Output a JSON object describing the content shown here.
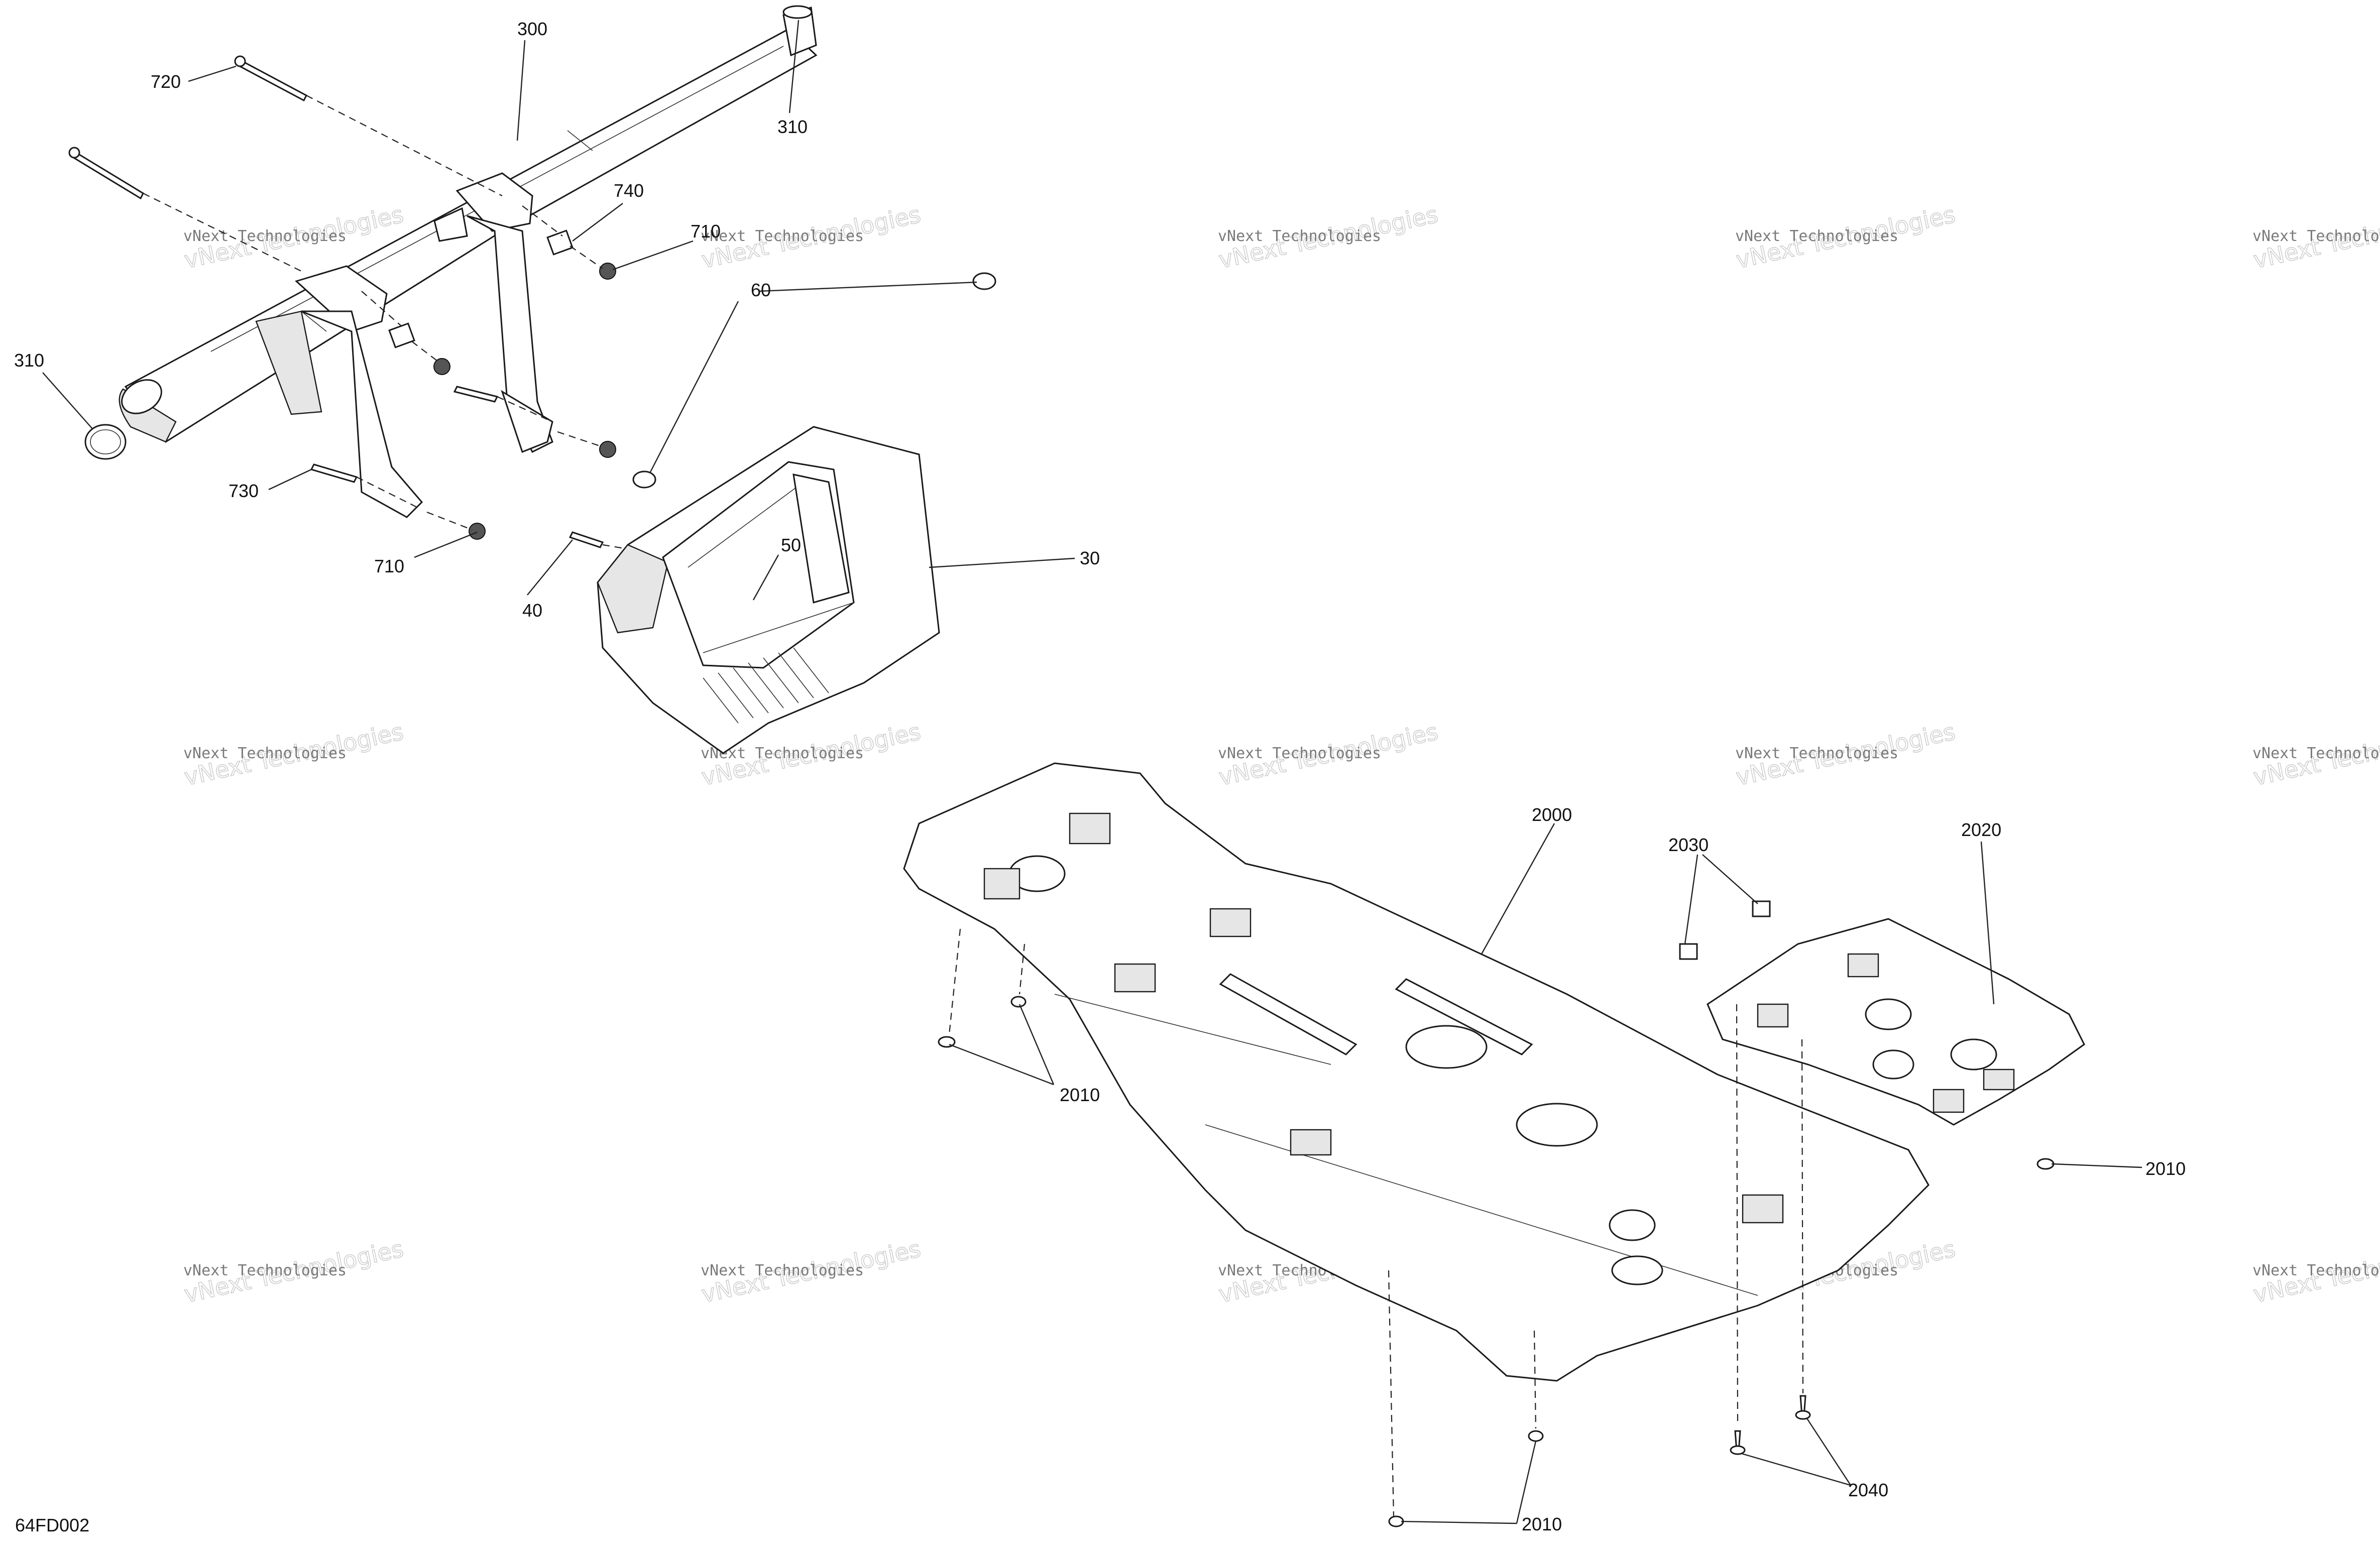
{
  "diagram": {
    "code": "64FD002",
    "watermark": {
      "line1": "vNext Technologies",
      "line2": "vNext Technologies"
    },
    "callouts": [
      {
        "id": "c300",
        "text": "300"
      },
      {
        "id": "c720",
        "text": "720"
      },
      {
        "id": "c310a",
        "text": "310"
      },
      {
        "id": "c310b",
        "text": "310"
      },
      {
        "id": "c740",
        "text": "740"
      },
      {
        "id": "c710a",
        "text": "710"
      },
      {
        "id": "c710b",
        "text": "710"
      },
      {
        "id": "c60",
        "text": "60"
      },
      {
        "id": "c730",
        "text": "730"
      },
      {
        "id": "c50",
        "text": "50"
      },
      {
        "id": "c30",
        "text": "30"
      },
      {
        "id": "c40",
        "text": "40"
      },
      {
        "id": "c2000",
        "text": "2000"
      },
      {
        "id": "c2030",
        "text": "2030"
      },
      {
        "id": "c2020",
        "text": "2020"
      },
      {
        "id": "c2010a",
        "text": "2010"
      },
      {
        "id": "c2010b",
        "text": "2010"
      },
      {
        "id": "c2010c",
        "text": "2010"
      },
      {
        "id": "c2040",
        "text": "2040"
      }
    ]
  }
}
